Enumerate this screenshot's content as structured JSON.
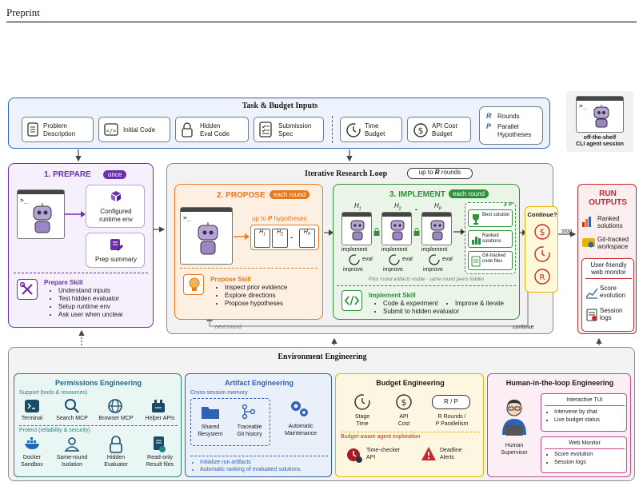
{
  "header": {
    "label": "Preprint"
  },
  "task_inputs": {
    "title": "Task & Budget Inputs",
    "items": [
      {
        "line1": "Problem",
        "line2": "Description"
      },
      {
        "line1": "Initial Code",
        "line2": ""
      },
      {
        "line1": "Hidden",
        "line2": "Eval Code"
      },
      {
        "line1": "Submission",
        "line2": "Spec"
      },
      {
        "line1": "Time",
        "line2": "Budget"
      },
      {
        "line1": "API Cost",
        "line2": "Budget"
      }
    ],
    "rounds_sym": "R",
    "rounds_label": "Rounds",
    "parallel_sym": "P",
    "parallel_line1": "Parallel",
    "parallel_line2": "Hypotheses"
  },
  "cli": {
    "line1": "off-the-shelf",
    "line2": "CLI agent session"
  },
  "prepare": {
    "title": "1. PREPARE",
    "badge": "once",
    "env_line1": "Configured",
    "env_line2": "runtime env",
    "summary": "Prep summary",
    "skill_title": "Prepare Skill",
    "skills": [
      "Understand inputs",
      "Test hidden evaluator",
      "Setup runtime env",
      "Ask user when unclear"
    ]
  },
  "loop": {
    "title": "Iterative Research Loop",
    "badge_pre": "up to",
    "badge_sym": "R",
    "badge_post": "rounds",
    "next_round": "next round",
    "continue": "continue"
  },
  "propose": {
    "title": "2. PROPOSE",
    "badge": "each round",
    "upto_pre": "up to",
    "upto_sym": "P",
    "upto_post": "hypotheses",
    "h1": "H",
    "h1_sub": "1",
    "h2": "H",
    "h2_sub": "2",
    "hp": "H",
    "hp_sub": "P",
    "dash": "-",
    "skill_title": "Propose Skill",
    "skills": [
      "Inspect prior evidence",
      "Explore directions",
      "Propose hypotheses"
    ]
  },
  "implement": {
    "title": "3. IMPLEMENT",
    "badge": "each round",
    "agents": [
      {
        "h": "H",
        "sub": "1",
        "implement": "implement",
        "eval": "eval",
        "improve": "improve"
      },
      {
        "h": "H",
        "sub": "2",
        "implement": "implement",
        "eval": "eval",
        "improve": "improve"
      },
      {
        "h": "H",
        "sub": "P",
        "implement": "implement",
        "eval": "eval",
        "improve": "improve"
      }
    ],
    "dash": "-",
    "xp": "x P",
    "outputs": [
      "Best solution",
      "Ranked solutions",
      "Git-tracked code files"
    ],
    "note": "Prior round artifacts visible · same-round peers hidden",
    "skill_title": "Implement Skill",
    "skills": [
      "Code & experiment",
      "Improve & iterate",
      "Submit to hidden evaluator"
    ]
  },
  "continue_q": {
    "label": "Continue?",
    "stop": "stop"
  },
  "run_outputs": {
    "title_line1": "RUN",
    "title_line2": "OUTPUTS",
    "ranked_line1": "Ranked",
    "ranked_line2": "solutions",
    "git_line1": "Git-tracked",
    "git_line2": "workspace",
    "monitor_line1": "User-friendly",
    "monitor_line2": "web monitor",
    "score_line1": "Score",
    "score_line2": "evolution",
    "session_line1": "Session",
    "session_line2": "logs"
  },
  "env": {
    "title": "Environment Engineering",
    "permissions": {
      "title": "Permissions Engineering",
      "support": "Support (tools & resources)",
      "support_items": [
        "Terminal",
        "Search MCP",
        "Browser MCP",
        "Helper APIs"
      ],
      "protect": "Protect (reliability & security)",
      "protect_items": [
        {
          "l1": "Docker",
          "l2": "Sandbox"
        },
        {
          "l1": "Same-round",
          "l2": "Isolation"
        },
        {
          "l1": "Hidden",
          "l2": "Evaluator"
        },
        {
          "l1": "Read-only",
          "l2": "Result files"
        }
      ]
    },
    "artifact": {
      "title": "Artifact Engineering",
      "memory": "Cross-session memory",
      "items": [
        {
          "l1": "Shared",
          "l2": "filesystem"
        },
        {
          "l1": "Traceable",
          "l2": "Git history"
        },
        {
          "l1": "Automatic",
          "l2": "Maintenance"
        }
      ],
      "bullets": [
        "Initialize run artifacts",
        "Automatic ranking of evaluated solutions"
      ]
    },
    "budget": {
      "title": "Budget Engineering",
      "items": [
        {
          "l1": "Stage",
          "l2": "Time"
        },
        {
          "l1": "API",
          "l2": "Cost"
        },
        {
          "l1": "R Rounds /",
          "l2": "P Parallelism"
        }
      ],
      "rp": "R / P",
      "aware": "Budget-aware agent exploration",
      "checker_l1": "Time-checker",
      "checker_l2": "API",
      "alerts_l1": "Deadline",
      "alerts_l2": "Alerts"
    },
    "hitl": {
      "title": "Human-in-the-loop Engineering",
      "tui": "Interactive TUI",
      "tui_items": [
        "Intervene by chat",
        "Live budget status"
      ],
      "web": "Web Monitor",
      "web_items": [
        "Score evolution",
        "Session logs"
      ],
      "human_l1": "Human",
      "human_l2": "Supervisor"
    }
  },
  "colors": {
    "blue": "#2f62b6",
    "purple": "#6b2fae",
    "orange": "#e9771c",
    "green": "#2f8f3a",
    "red": "#c7282f",
    "yellow": "#e8b400",
    "teal": "#1a8a7a",
    "pink": "#c2488e"
  }
}
